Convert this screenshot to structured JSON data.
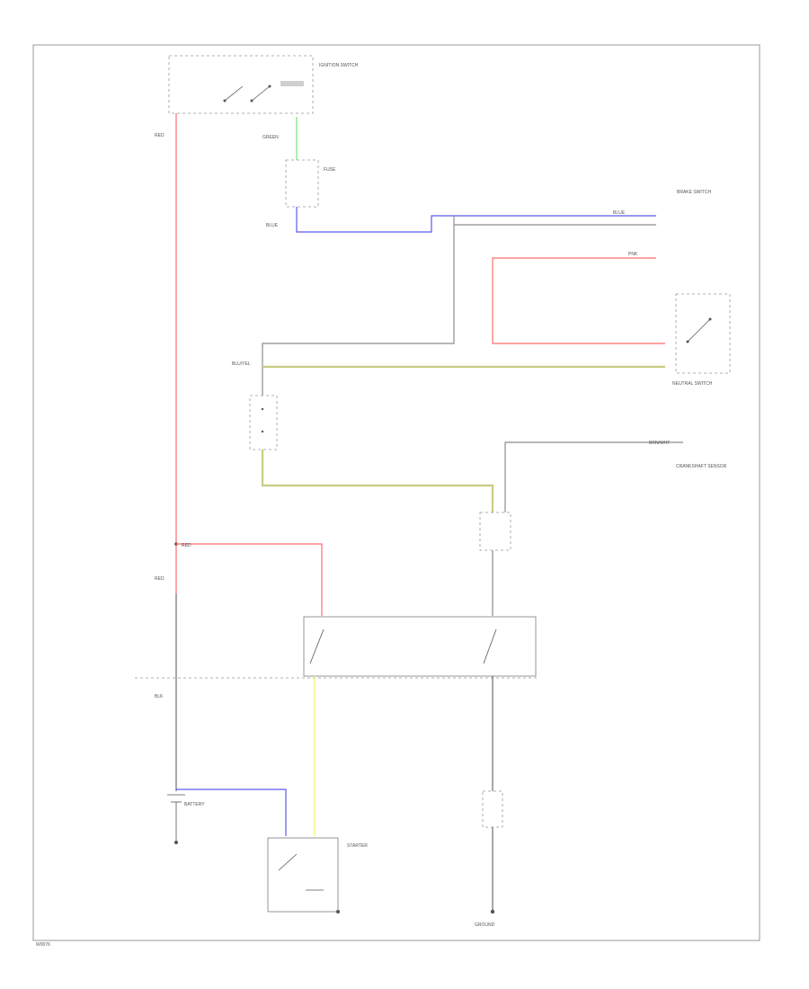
{
  "diagram": {
    "footer_code": "W0076",
    "labels": {
      "ignition_switch": "IGNITION SWITCH",
      "red_top": "RED",
      "green_wire": "GREEN",
      "blue_top": "BLUE",
      "blue_right": "BLUE",
      "pnk_right": "PNK",
      "blue_yellow": "BLU/YEL",
      "brn_wht": "BRN/WHT",
      "red_mid": "RED",
      "red_left": "RED",
      "blk": "BLK",
      "battery": "BATTERY",
      "starter": "STARTER",
      "neutral_switch": "NEUTRAL SWITCH",
      "brake_switch": "BRAKE SWITCH",
      "crankshaft_sensor": "CRANKSHAFT SENSOR",
      "ground": "GROUND",
      "fuse": "FUSE"
    }
  }
}
